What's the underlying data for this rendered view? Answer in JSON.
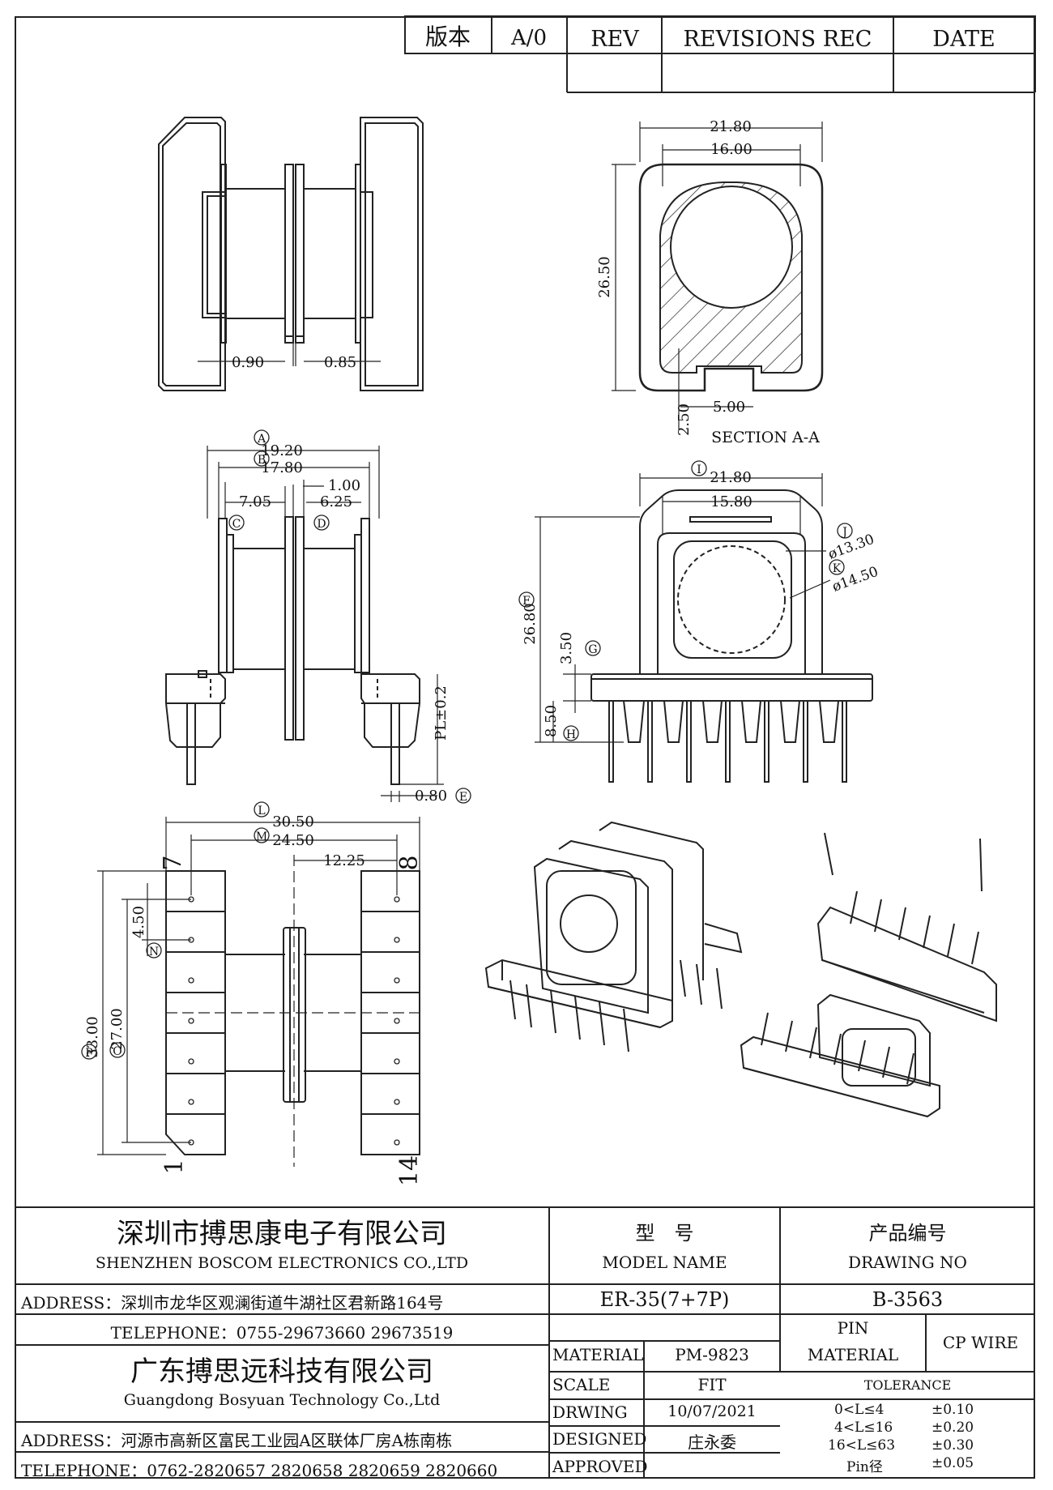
{
  "revision_table": {
    "version_label": "版本",
    "version_value": "A/0",
    "rev_header": "REV",
    "revisions_rec_header": "REVISIONS REC",
    "date_header": "DATE"
  },
  "labels": {
    "section_a_a": "SECTION A-A"
  },
  "dimensions": {
    "top_left": {
      "d1": "0.90",
      "d2": "0.85"
    },
    "section_a_a": {
      "width_outer": "21.80",
      "width_inner": "16.00",
      "height": "26.50",
      "slot_width": "5.00",
      "slot_depth": "2.50"
    },
    "front": {
      "a": "19.20",
      "b": "17.80",
      "c": "1.00",
      "d": "7.05",
      "e": "6.25",
      "pl": "PL±0.2",
      "pin": "0.80"
    },
    "end": {
      "width_outer": "21.80",
      "width_inner": "15.80",
      "height": "26.80",
      "base_height": "3.50",
      "pin_length": "8.50",
      "dia_inner": "ø13.30",
      "dia_outer": "ø14.50"
    },
    "top_view": {
      "l": "30.50",
      "m": "24.50",
      "half": "12.25",
      "p": "33.00",
      "o": "27.00",
      "n": "4.50"
    }
  },
  "refs": {
    "a": "A",
    "b": "B",
    "c": "C",
    "d": "D",
    "e": "E",
    "f": "F",
    "g": "G",
    "h": "H",
    "i": "I",
    "j": "J",
    "k": "K",
    "l": "L",
    "m": "M",
    "n": "N",
    "o": "O",
    "p": "P"
  },
  "pins": {
    "pin7": "7",
    "pin8": "8",
    "pin1": "1",
    "pin14": "14"
  },
  "title_block": {
    "company_cn": "深圳市搏思康电子有限公司",
    "company_en": "SHENZHEN BOSCOM ELECTRONICS CO.,LTD",
    "address1": "ADDRESS：深圳市龙华区观澜街道牛湖社区君新路164号",
    "telephone1": "TELEPHONE：0755-29673660 29673519",
    "company2_cn": "广东搏思远科技有限公司",
    "company2_en": "Guangdong Bosyuan Technology Co.,Ltd",
    "address2": "ADDRESS：河源市高新区富民工业园A区联体厂房A栋南栋",
    "telephone2": "TELEPHONE：0762-2820657 2820658 2820659 2820660",
    "model_cn": "型　号",
    "model_en": "MODEL NAME",
    "model_value": "ER-35(7+7P)",
    "drawing_no_cn": "产品编号",
    "drawing_no_en": "DRAWING NO",
    "drawing_no_value": "B-3563",
    "material_label": "MATERIAL",
    "material_value": "PM-9823",
    "pin_material_label_1": "PIN",
    "pin_material_label_2": "MATERIAL",
    "pin_material_value": "CP WIRE",
    "scale_label": "SCALE",
    "scale_value": "FIT",
    "tolerance_label": "TOLERANCE",
    "drwing_label": "DRWING",
    "drwing_value": "10/07/2021",
    "designed_label": "DESIGNED",
    "designed_value": "庄永委",
    "approved_label": "APPROVED",
    "tolerances": [
      {
        "range": "0<L≤4",
        "value": "±0.10"
      },
      {
        "range": "4<L≤16",
        "value": "±0.20"
      },
      {
        "range": "16<L≤63",
        "value": "±0.30"
      },
      {
        "range": "Pin径",
        "value": "±0.05"
      }
    ]
  }
}
